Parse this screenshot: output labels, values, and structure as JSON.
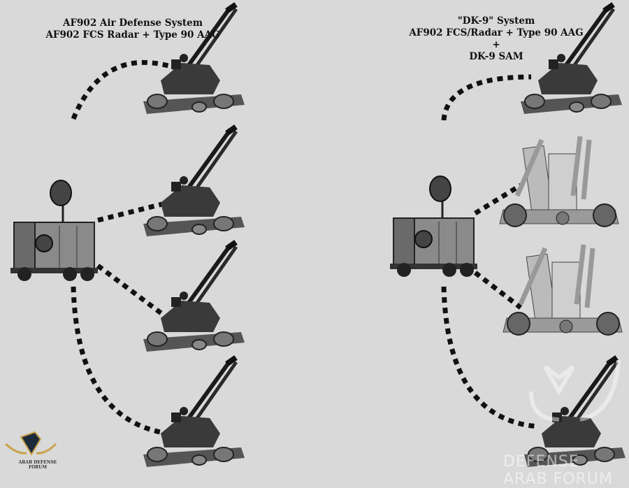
{
  "left_panel": {
    "title_line1": "AF902 Air Defense System",
    "title_line2": "AF902 FCS Radar + Type 90 AAG"
  },
  "right_panel": {
    "title_line1": "\"DK-9\" System",
    "title_line2": "AF902 FCS/Radar + Type 90 AAG",
    "title_line3": "+",
    "title_line4": "DK-9 SAM"
  },
  "watermark": {
    "logo_text": "ARAB DEFENSE FORUM",
    "site_text": "DEFENSE ARAB FORUM"
  },
  "colors": {
    "background": "#d9d9d9",
    "ink": "#111111",
    "logo_gold": "#c9a24a"
  }
}
